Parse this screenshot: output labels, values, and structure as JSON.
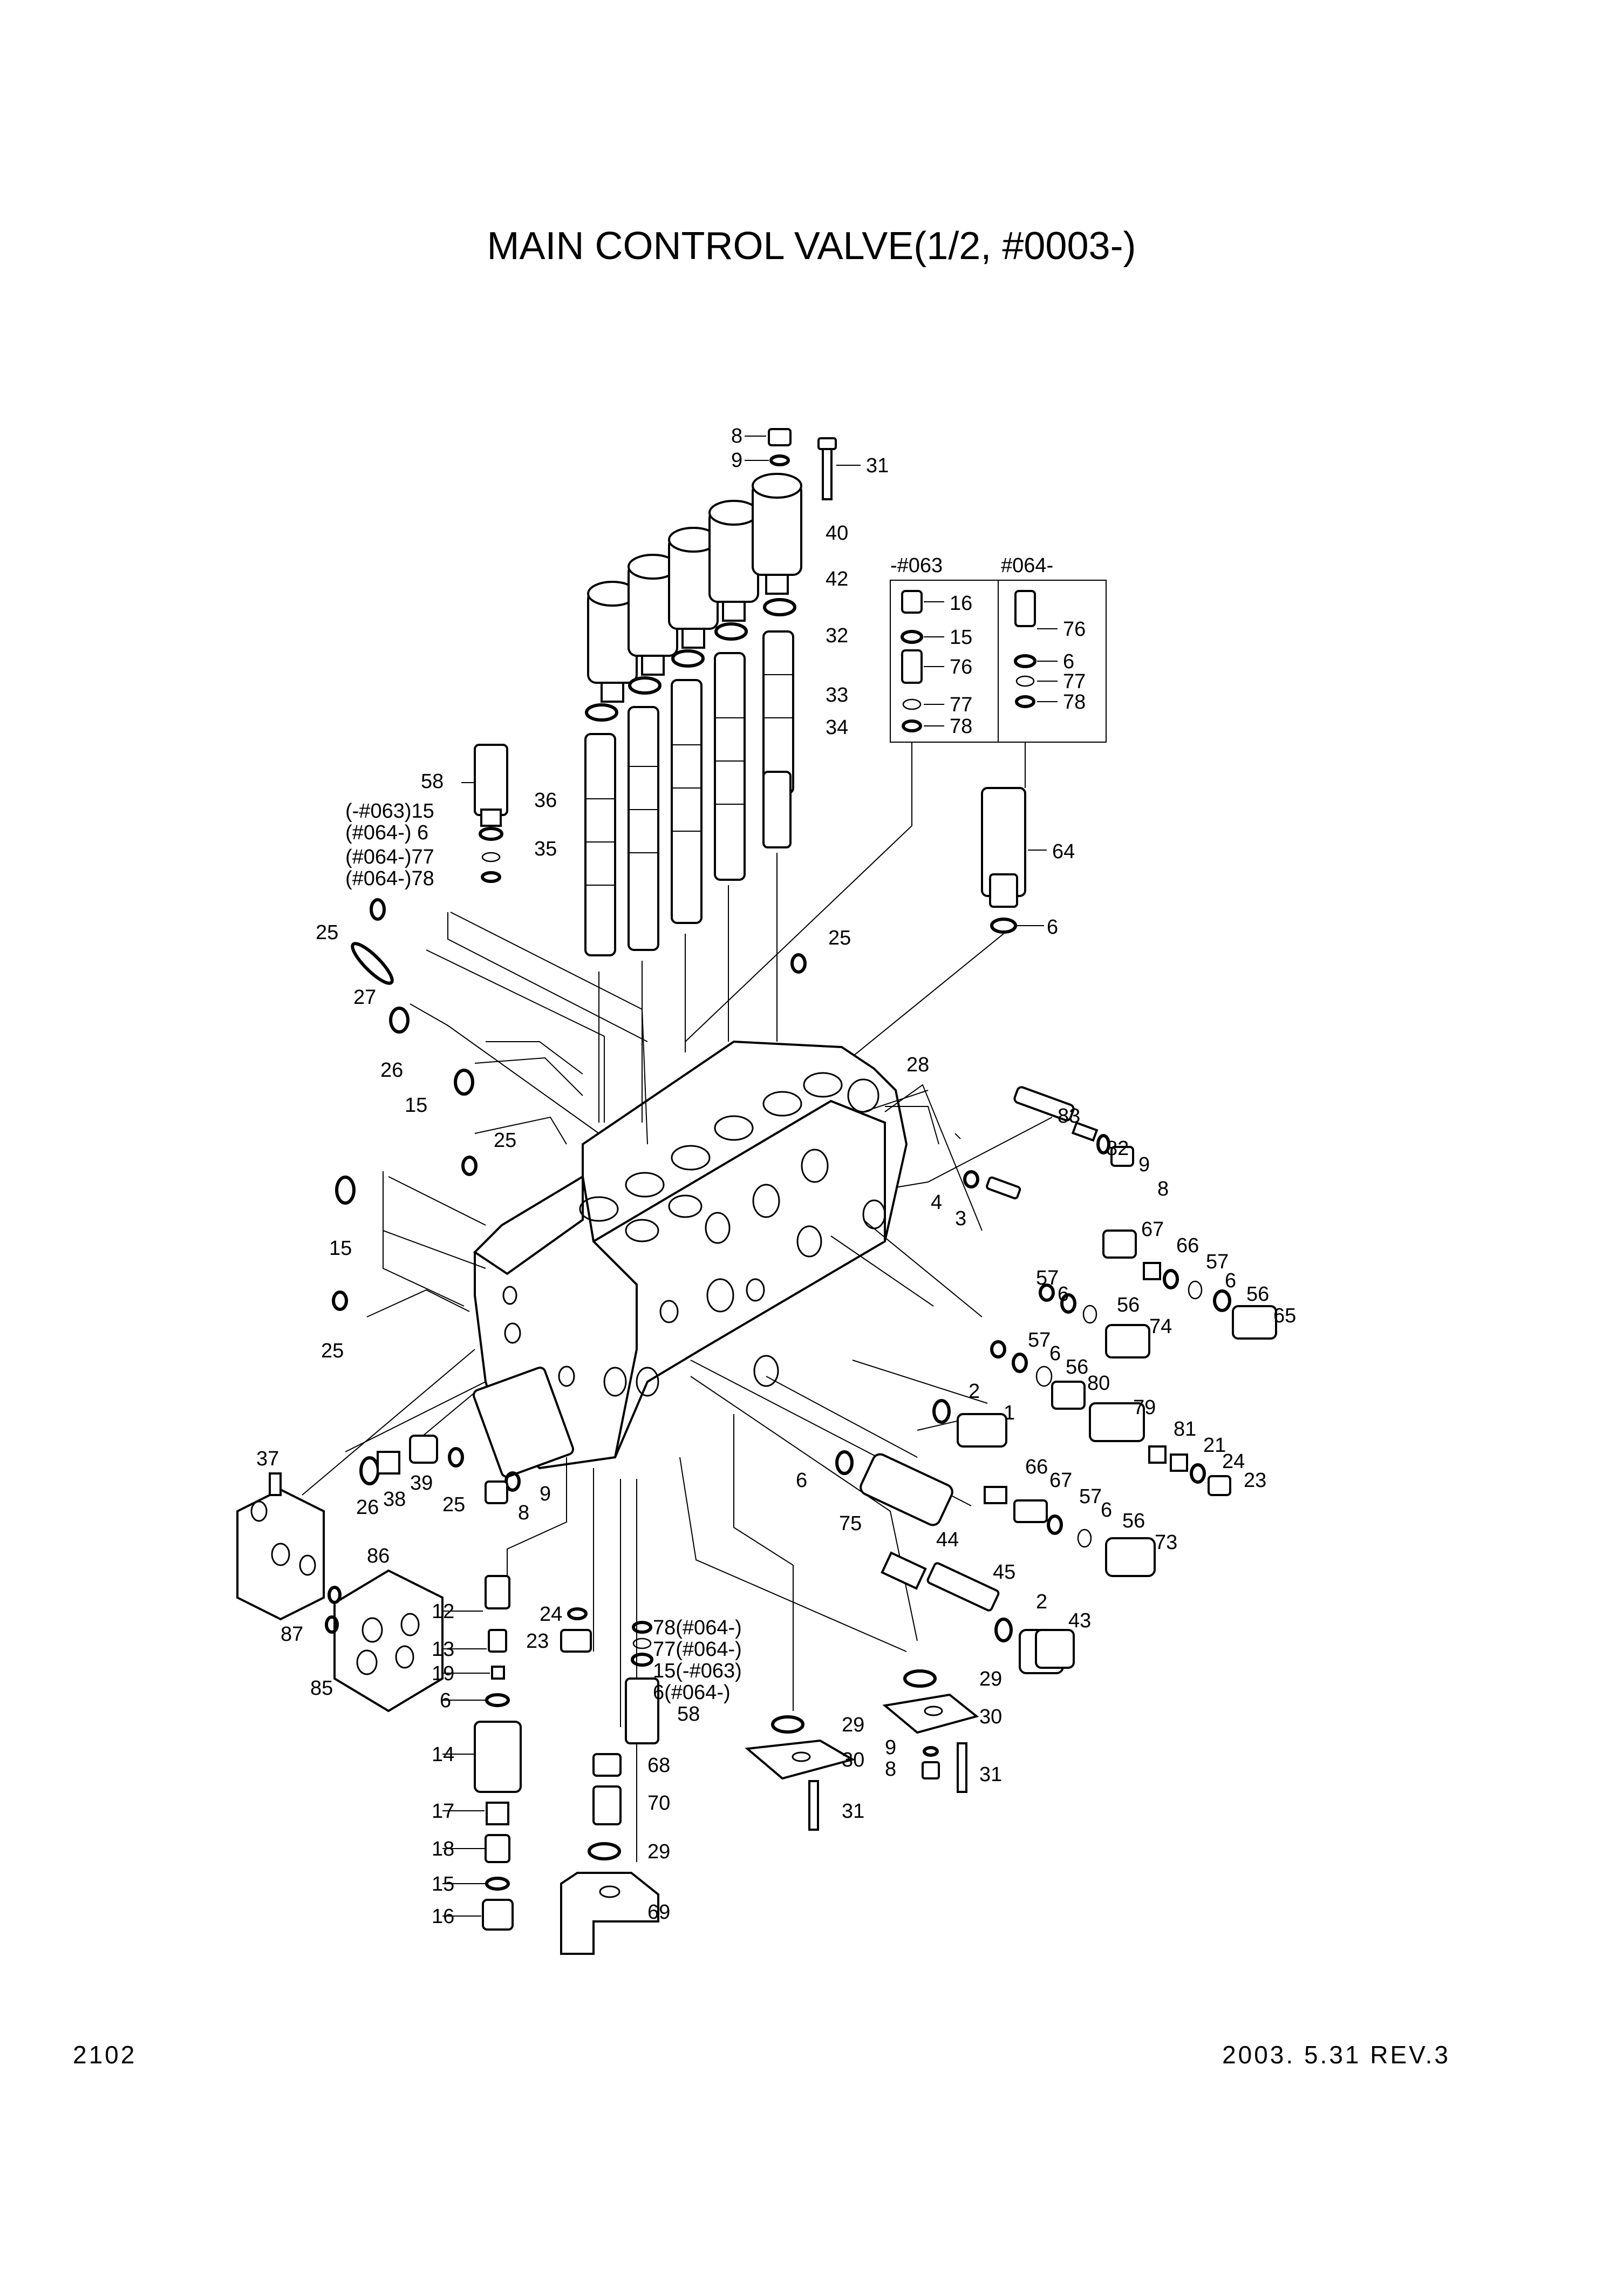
{
  "title": "MAIN CONTROL VALVE(1/2, #0003-)",
  "page_number": "2102",
  "revision": "2003. 5.31  REV.3",
  "inset": {
    "left_header": "-#063",
    "right_header": "#064-",
    "left_labels": [
      "16",
      "15",
      "76",
      "77",
      "78"
    ],
    "right_labels": [
      "76",
      "6",
      "77",
      "78"
    ]
  },
  "callouts": {
    "c8a": "8",
    "c9a": "9",
    "c31a": "31",
    "c40": "40",
    "c42": "42",
    "c32": "32",
    "c33": "33",
    "c34": "34",
    "c58a": "58",
    "c15v": "(-#063)15",
    "c6v": "(#064-)  6",
    "c77v": "(#064-)77",
    "c78v": "(#064-)78",
    "c36": "36",
    "c35": "35",
    "c25a": "25",
    "c27": "27",
    "c26a": "26",
    "c15a": "15",
    "c25b": "25",
    "c25c": "25",
    "c15b": "15",
    "c25d": "25",
    "c64": "64",
    "c6a": "6",
    "c28": "28",
    "c83": "83",
    "c82": "82",
    "c9b": "9",
    "c8b": "8",
    "c4": "4",
    "c3": "3",
    "c67a": "67",
    "c66a": "66",
    "c57a": "57",
    "c6b": "6",
    "c56a": "56",
    "c57b": "57",
    "c6c": "6",
    "c56b": "56",
    "c65": "65",
    "c74": "74",
    "c57c": "57",
    "c6d": "6",
    "c56c": "56",
    "c80": "80",
    "c2a": "2",
    "c1": "1",
    "c79": "79",
    "c81": "81",
    "c21": "21",
    "c24a": "24",
    "c23a": "23",
    "c37": "37",
    "c26b": "26",
    "c38": "38",
    "c39": "39",
    "c25e": "25",
    "c8c": "8",
    "c9c": "9",
    "c6e": "6",
    "c75": "75",
    "c66b": "66",
    "c67b": "67",
    "c57d": "57",
    "c6f": "6",
    "c56d": "56",
    "c73": "73",
    "c86": "86",
    "c87": "87",
    "c85": "85",
    "c44": "44",
    "c45": "45",
    "c2b": "2",
    "c43": "43",
    "c12": "12",
    "c13": "13",
    "c19": "19",
    "c6g": "6",
    "c14": "14",
    "c17": "17",
    "c18": "18",
    "c15c": "15",
    "c16": "16",
    "c24b": "24",
    "c23b": "23",
    "c78b": "78(#064-)",
    "c77b": "77(#064-)",
    "c15d": "15(-#063)",
    "c6h": "6(#064-)",
    "c58b": "58",
    "c68": "68",
    "c70": "70",
    "c29a": "29",
    "c69": "69",
    "c29b": "29",
    "c30a": "30",
    "c31b": "31",
    "c29c": "29",
    "c30b": "30",
    "c9d": "9",
    "c8d": "8",
    "c31c": "31"
  }
}
